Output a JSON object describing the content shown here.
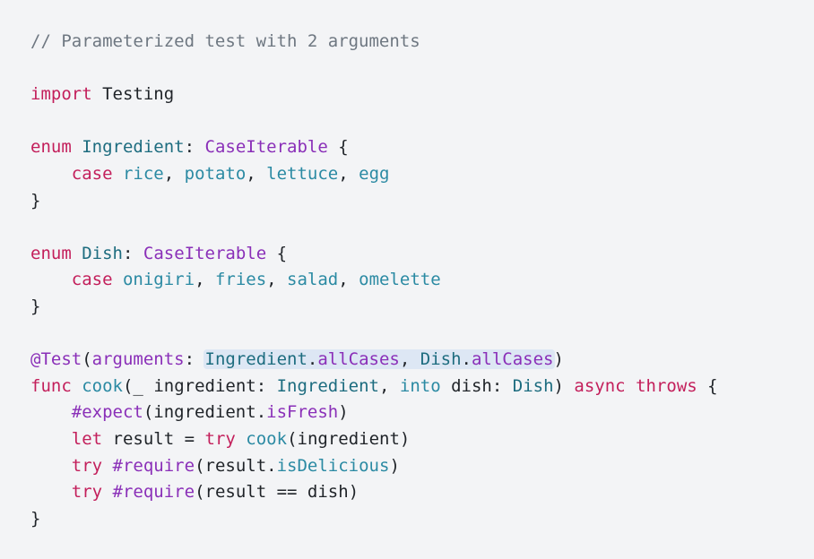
{
  "editor": {
    "lines": [
      [
        "// Parameterized test with 2 arguments"
      ],
      [],
      [
        "import",
        " ",
        "Testing"
      ],
      [],
      [
        "enum",
        " ",
        "Ingredient",
        ": ",
        "CaseIterable",
        " {"
      ],
      [
        "    ",
        "case",
        " ",
        "rice",
        ", ",
        "potato",
        ", ",
        "lettuce",
        ", ",
        "egg"
      ],
      [
        "}"
      ],
      [],
      [
        "enum",
        " ",
        "Dish",
        ": ",
        "CaseIterable",
        " {"
      ],
      [
        "    ",
        "case",
        " ",
        "onigiri",
        ", ",
        "fries",
        ", ",
        "salad",
        ", ",
        "omelette"
      ],
      [
        "}"
      ],
      [],
      [
        "@Test",
        "(",
        "arguments",
        ": ",
        "Ingredient",
        ".",
        "allCases",
        ", ",
        "Dish",
        ".",
        "allCases",
        ")"
      ],
      [
        "func",
        " ",
        "cook",
        "(_ ",
        "ingredient",
        ": ",
        "Ingredient",
        ", ",
        "into",
        " ",
        "dish",
        ": ",
        "Dish",
        ") ",
        "async",
        " ",
        "throws",
        " {"
      ],
      [
        "    ",
        "#expect",
        "(",
        "ingredient",
        ".",
        "isFresh",
        ")"
      ],
      [
        "    ",
        "let",
        " ",
        "result",
        " = ",
        "try",
        " ",
        "cook",
        "(",
        "ingredient",
        ")"
      ],
      [
        "    ",
        "try",
        " ",
        "#require",
        "(",
        "result",
        ".",
        "isDelicious",
        ")"
      ],
      [
        "    ",
        "try",
        " ",
        "#require",
        "(",
        "result",
        " == ",
        "dish",
        ")"
      ],
      [
        "}"
      ]
    ]
  }
}
